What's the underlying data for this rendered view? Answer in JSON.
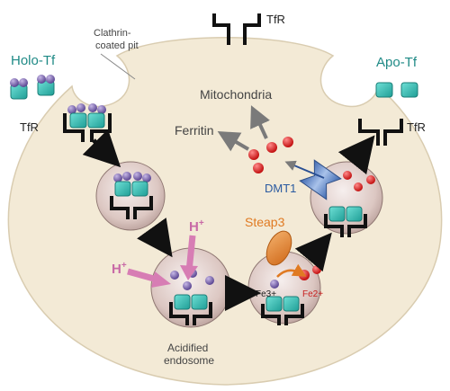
{
  "labels": {
    "tfr_top": "TfR",
    "tfr_left": "TfR",
    "tfr_right": "TfR",
    "clathrin_line1": "Clathrin-",
    "clathrin_line2": "coated pit",
    "holo_tf": "Holo-Tf",
    "apo_tf": "Apo-Tf",
    "mitochondria": "Mitochondria",
    "ferritin": "Ferritin",
    "dmt1": "DMT1",
    "steap3": "Steap3",
    "fe3": "Fe3+",
    "fe2": "Fe2+",
    "h_plus_top": "H",
    "h_plus_left": "H",
    "h_sup": "+",
    "acidified_line1": "Acidified",
    "acidified_line2": "endosome"
  },
  "colors": {
    "cell_fill": "#f3ead6",
    "endosome_fill": "#dcc7c2",
    "teal": "#2ebdb3",
    "purple": "#6f5aa8",
    "iron_red": "#d81e1e",
    "steap_orange": "#e58a2e",
    "dmt1_blue": "#5f84c2",
    "arrow_gray": "#7a7a7a",
    "pink": "#d77db4"
  }
}
